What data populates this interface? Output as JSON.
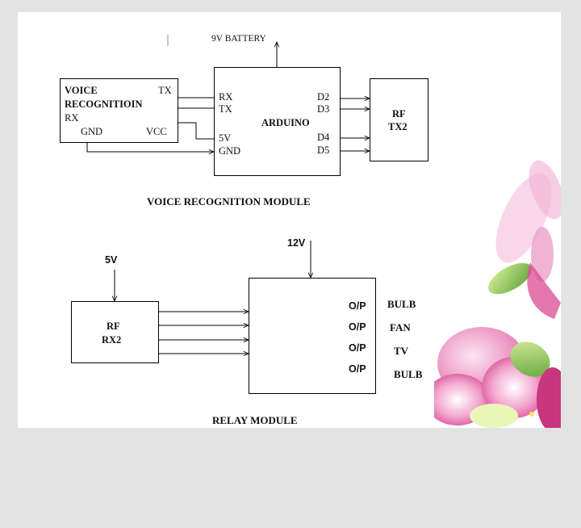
{
  "voice_module": {
    "caption": "VOICE RECOGNITION MODULE",
    "battery_label": "9V BATTERY",
    "voice_box": {
      "title_line1": "VOICE",
      "title_line2": "RECOGNITIOIN",
      "tx": "TX",
      "rx": "RX",
      "gnd": "GND",
      "vcc": "VCC"
    },
    "arduino_box": {
      "title": "ARDUINO",
      "rx": "RX",
      "tx": "TX",
      "v5": "5V",
      "gnd": "GND",
      "d2": "D2",
      "d3": "D3",
      "d4": "D4",
      "d5": "D5"
    },
    "rf_tx_box": {
      "line1": "RF",
      "line2": "TX2"
    }
  },
  "relay_module": {
    "caption": "RELAY MODULE",
    "supply_12v": "12V",
    "supply_5v": "5V",
    "rf_rx_box": {
      "line1": "RF",
      "line2": "RX2"
    },
    "outputs": [
      {
        "port": "O/P",
        "load": "BULB"
      },
      {
        "port": "O/P",
        "load": "FAN"
      },
      {
        "port": "O/P",
        "load": "TV"
      },
      {
        "port": "O/P",
        "load": "BULB"
      }
    ]
  },
  "colors": {
    "line": "#000000",
    "background": "#e3e3e3",
    "accent": "#e0559a"
  }
}
